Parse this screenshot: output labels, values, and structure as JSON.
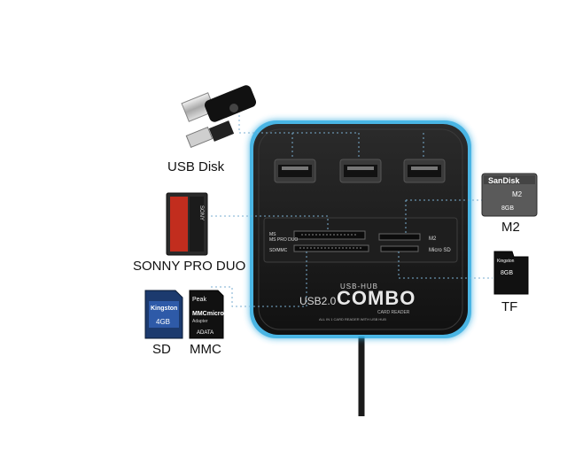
{
  "hub": {
    "slot_labels": {
      "ms": "MS",
      "ms_pro_duo": "MS PRO DUO",
      "sd_mmc": "SD/MMC",
      "m2": "M2",
      "micro_sd": "Micro SD"
    },
    "brand_top": "USB-HUB",
    "brand_usb": "USB2.0",
    "brand_main": "COMBO",
    "brand_sub": "CARD READER",
    "brand_tagline": "ALL IN 1 CARD READER WITH USB HUB"
  },
  "labels": {
    "usb_disk": "USB Disk",
    "sony_pro_duo": "SONNY PRO DUO",
    "sd": "SD",
    "mmc": "MMC",
    "m2": "M2",
    "tf": "TF"
  },
  "cards": {
    "sandisk_brand": "SanDisk",
    "sandisk_m2": "M2",
    "sandisk_size": "8GB",
    "sony_brand": "SONY",
    "sd_brand": "Kingston",
    "sd_size": "4GB",
    "mmc_brand": "Peak",
    "mmc_text": "MMCmicro",
    "mmc_adapter": "Adapter",
    "mmc_adata": "ADATA",
    "tf_brand": "Kingston",
    "tf_size": "8GB"
  },
  "colors": {
    "hub_body": "#1a1a1a",
    "hub_glow": "#2aa9e0",
    "background": "#ffffff"
  }
}
